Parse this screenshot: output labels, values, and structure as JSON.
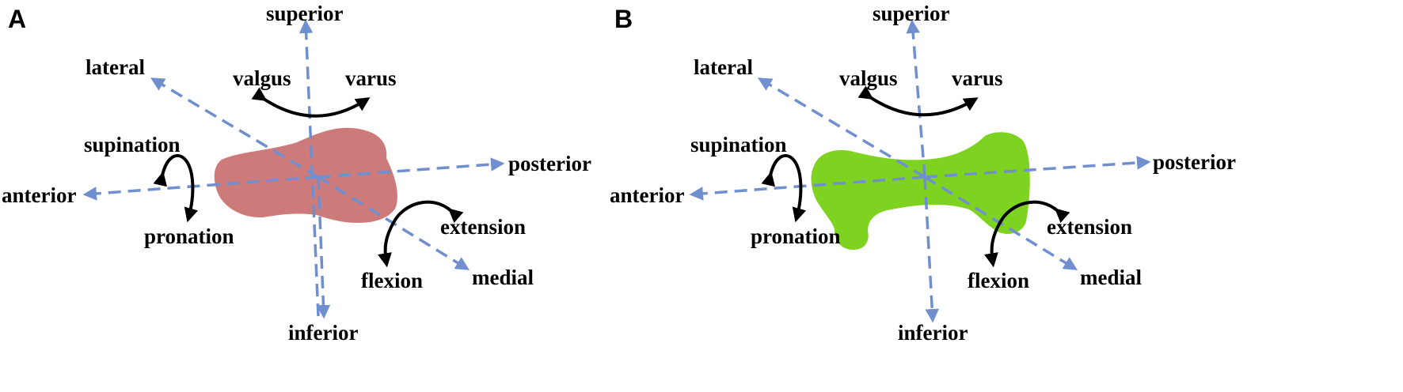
{
  "panels": [
    {
      "id": "A",
      "bone_color": "#c96f6f",
      "labels": {
        "superior": "superior",
        "inferior": "inferior",
        "lateral": "lateral",
        "medial": "medial",
        "anterior": "anterior",
        "posterior": "posterior",
        "valgus": "valgus",
        "varus": "varus",
        "supination": "supination",
        "pronation": "pronation",
        "extension": "extension",
        "flexion": "flexion"
      }
    },
    {
      "id": "B",
      "bone_color": "#7ed321",
      "labels": {
        "superior": "superior",
        "inferior": "inferior",
        "lateral": "lateral",
        "medial": "medial",
        "anterior": "anterior",
        "posterior": "posterior",
        "valgus": "valgus",
        "varus": "varus",
        "supination": "supination",
        "pronation": "pronation",
        "extension": "extension",
        "flexion": "flexion"
      }
    }
  ],
  "colors": {
    "axis": "#6f8fcf",
    "rotation_arrow": "#000000"
  }
}
